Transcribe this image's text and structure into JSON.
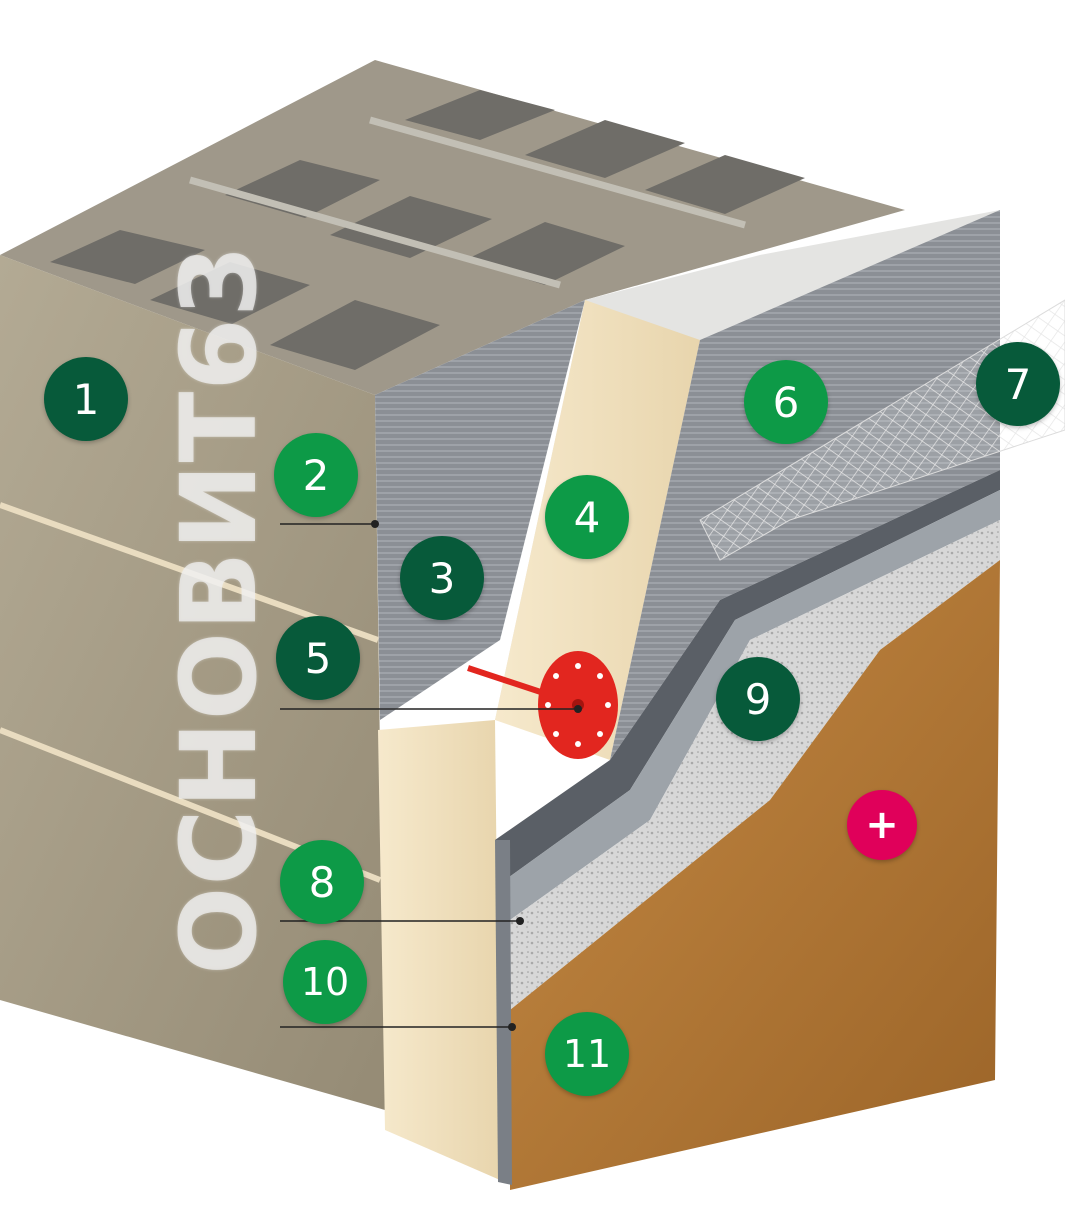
{
  "colors": {
    "dark_green": "#075a3a",
    "light_green": "#0d9a47",
    "accent_plus": "#e0005a",
    "plaster_brown": "#b47a3a",
    "foam": "#f1e3c4",
    "block": "#a49b86"
  },
  "brand_text": "ОСНОВИТ63",
  "markers": [
    {
      "label": "1",
      "tone": "dark_green"
    },
    {
      "label": "2",
      "tone": "light_green"
    },
    {
      "label": "3",
      "tone": "dark_green"
    },
    {
      "label": "4",
      "tone": "light_green"
    },
    {
      "label": "5",
      "tone": "dark_green"
    },
    {
      "label": "6",
      "tone": "light_green"
    },
    {
      "label": "7",
      "tone": "dark_green"
    },
    {
      "label": "8",
      "tone": "light_green"
    },
    {
      "label": "9",
      "tone": "dark_green"
    },
    {
      "label": "10",
      "tone": "light_green"
    },
    {
      "label": "11",
      "tone": "light_green"
    },
    {
      "label": "+",
      "tone": "accent_plus"
    }
  ]
}
